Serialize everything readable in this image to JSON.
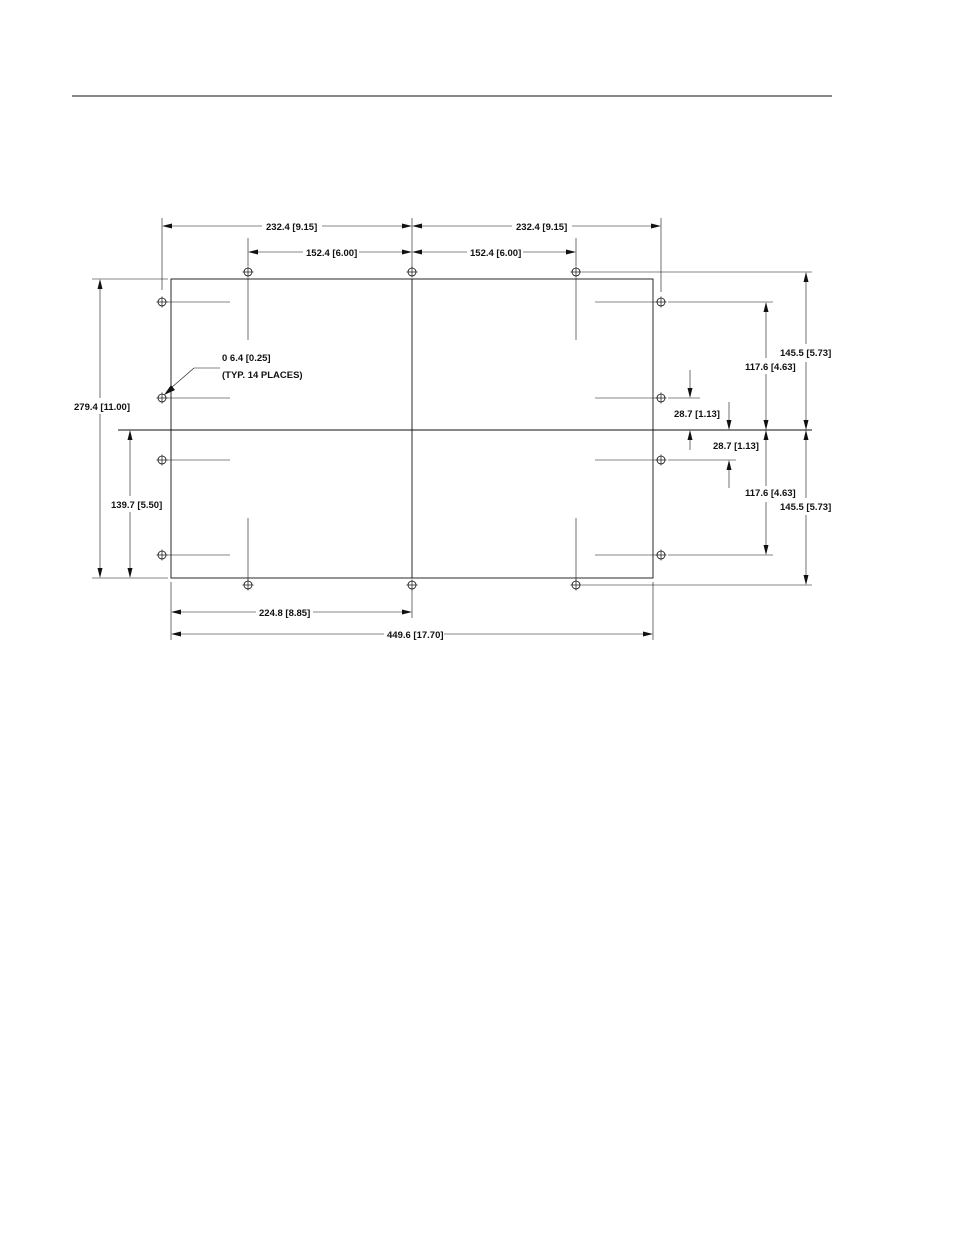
{
  "drawing": {
    "dims": {
      "top_left_outer": "232.4 [9.15]",
      "top_right_outer": "232.4 [9.15]",
      "top_left_inner": "152.4 [6.00]",
      "top_right_inner": "152.4 [6.00]",
      "left_height": "279.4 [11.00]",
      "left_half_height": "139.7 [5.50]",
      "bottom_half_width": "224.8 [8.85]",
      "bottom_width": "449.6 [17.70]",
      "right_outer_top": "145.5 [5.73]",
      "right_outer_bottom": "145.5 [5.73]",
      "right_inner_top": "117.6 [4.63]",
      "right_inner_bottom": "117.6 [4.63]",
      "center_offset_top": "28.7 [1.13]",
      "center_offset_bottom": "28.7 [1.13]"
    },
    "hole_note_line1": "0 6.4 [0.25]",
    "hole_note_line2": "(TYP. 14 PLACES)"
  }
}
